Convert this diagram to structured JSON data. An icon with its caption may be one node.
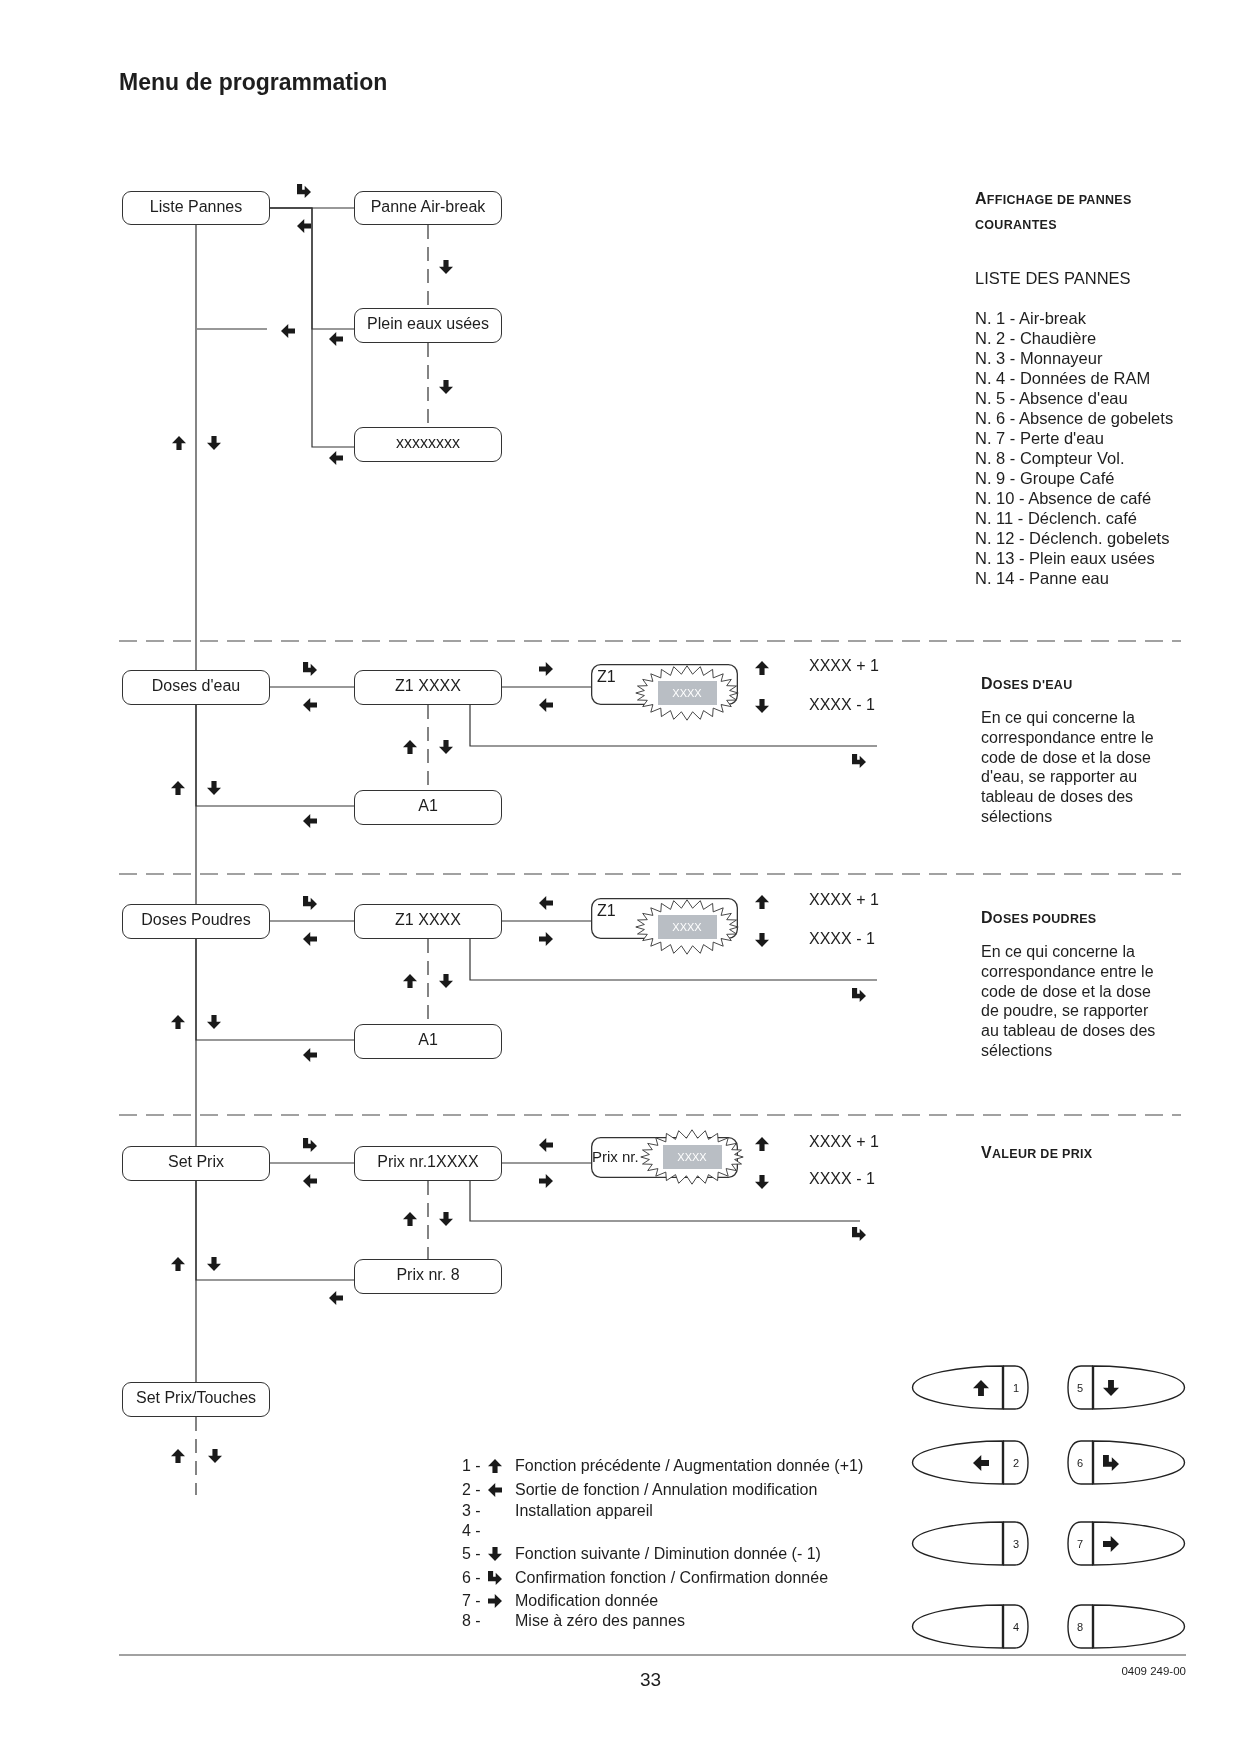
{
  "diagram": {
    "title": "Menu de programmation",
    "nodes": [
      {
        "text": [
          "Liste Pannes"
        ]
      },
      {
        "text": [
          "Panne Air-break"
        ]
      },
      {
        "text": [
          "Plein eaux usées"
        ]
      },
      {
        "text": [
          "xxxxxxxx"
        ]
      },
      {
        "text": [
          "Doses d'eau"
        ]
      },
      {
        "text": [
          "Z1 XXXX"
        ]
      },
      {
        "text": [
          "Z1",
          "XXXX"
        ],
        "beside": [
          "XXXX + 1",
          "XXXX - 1"
        ]
      },
      {
        "text": [
          "A1"
        ]
      },
      {
        "text": [
          "Doses Poudres"
        ]
      },
      {
        "text": [
          "Z1 XXXX"
        ]
      },
      {
        "text": [
          "Z1",
          "XXXX"
        ],
        "beside": [
          "XXXX + 1",
          "XXXX - 1"
        ]
      },
      {
        "text": [
          "A1"
        ]
      },
      {
        "text": [
          "Set Prix"
        ]
      },
      {
        "text": [
          "Prix nr.1XXXX"
        ]
      },
      {
        "text": [
          "Prix nr.",
          "XXXX"
        ],
        "beside": [
          "XXXX + 1",
          "XXXX - 1"
        ]
      },
      {
        "text": [
          "Prix nr. 8"
        ]
      },
      {
        "text": [
          "Set Prix/Touches"
        ]
      },
      {
        "text": [
          "1"
        ]
      },
      {
        "text": [
          "5"
        ]
      },
      {
        "text": [
          "2"
        ]
      },
      {
        "text": [
          "6"
        ]
      },
      {
        "text": [
          "3"
        ]
      },
      {
        "text": [
          "7"
        ]
      },
      {
        "text": [
          "4"
        ]
      },
      {
        "text": [
          "8"
        ]
      }
    ],
    "edges": [
      {
        "from": 0,
        "to": 1,
        "arrow": "none"
      },
      {
        "from": 1,
        "to": 2,
        "arrow": "none",
        "style": "dashed"
      },
      {
        "from": 2,
        "to": 3,
        "arrow": "none",
        "style": "dashed"
      },
      {
        "from": 2,
        "to": 0,
        "arrow": "none"
      },
      {
        "from": 3,
        "to": 0,
        "arrow": "none"
      },
      {
        "from": 0,
        "to": 4,
        "arrow": "none"
      },
      {
        "from": 4,
        "to": 5,
        "arrow": "none"
      },
      {
        "from": 5,
        "to": 6,
        "arrow": "none"
      },
      {
        "from": 5,
        "to": 7,
        "arrow": "none",
        "style": "dashed"
      },
      {
        "from": 7,
        "to": 4,
        "arrow": "none"
      },
      {
        "from": 5,
        "to": null,
        "arrow": "none"
      },
      {
        "from": 4,
        "to": 8,
        "arrow": "none"
      },
      {
        "from": 8,
        "to": 9,
        "arrow": "none"
      },
      {
        "from": 9,
        "to": 10,
        "arrow": "none"
      },
      {
        "from": 9,
        "to": 11,
        "arrow": "none",
        "style": "dashed"
      },
      {
        "from": 11,
        "to": 8,
        "arrow": "none"
      },
      {
        "from": 9,
        "to": null,
        "arrow": "none"
      },
      {
        "from": 8,
        "to": 12,
        "arrow": "none"
      },
      {
        "from": 12,
        "to": 13,
        "arrow": "none"
      },
      {
        "from": 13,
        "to": 14,
        "arrow": "none"
      },
      {
        "from": 13,
        "to": 15,
        "arrow": "none",
        "style": "dashed"
      },
      {
        "from": 15,
        "to": 12,
        "arrow": "none"
      },
      {
        "from": 13,
        "to": null,
        "arrow": "none"
      },
      {
        "from": 12,
        "to": 16,
        "arrow": "none"
      },
      {
        "from": 16,
        "to": null,
        "arrow": "none",
        "style": "dashed"
      }
    ],
    "labels": [
      "AFFICHAGE DE PANNES COURANTES",
      "LISTE DES PANNES",
      "N. 1 - Air-break",
      "N. 2 - Chaudière",
      "N. 3 - Monnayeur",
      "N. 4 - Données de RAM",
      "N. 5 - Absence d'eau",
      "N. 6 - Absence de gobelets",
      "N. 7 - Perte d'eau",
      "N. 8 - Compteur Vol.",
      "N. 9 - Groupe Café",
      "N. 10 - Absence de café",
      "N. 11 - Déclench. café",
      "N. 12 - Déclench. gobelets",
      "N. 13 - Plein eaux usées",
      "N. 14 - Panne eau",
      "DOSES D'EAU",
      "En ce qui concerne la correspondance entre le code de dose et la dose d'eau, se rapporter au tableau de doses des sélections",
      "DOSES POUDRES",
      "En ce qui concerne la correspondance entre le code de dose et la dose de poudre, se rapporter au tableau de doses des sélections",
      "VALEUR DE PRIX",
      "1 -",
      "Fonction précédente / Augmentation donnée (+1)",
      "2 -",
      "Sortie de fonction / Annulation modification",
      "3 -",
      "Installation appareil",
      "4 -",
      "5 -",
      "Fonction suivante / Diminution donnée (- 1)",
      "6 -",
      "Confirmation fonction / Confirmation donnée",
      "7 -",
      "Modification donnée",
      "8 -",
      "Mise à zéro des pannes",
      "33",
      "0409 249-00"
    ]
  }
}
